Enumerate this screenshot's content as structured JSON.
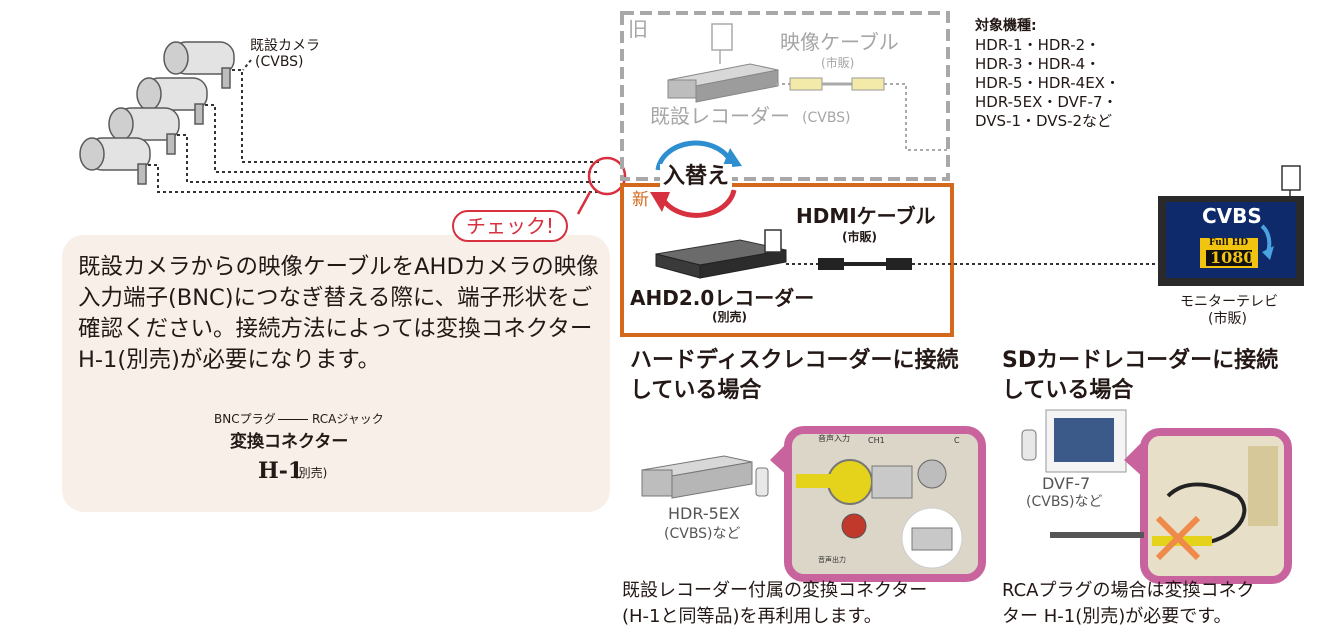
{
  "existing_camera": {
    "label": "既設カメラ",
    "sub": "(CVBS)"
  },
  "old_box": {
    "tag": "旧",
    "cable_label": "映像ケーブル",
    "cable_sub": "(市販)",
    "recorder_label": "既設レコーダー",
    "recorder_sub": "(CVBS)"
  },
  "target_models": {
    "title": "対象機種:",
    "lines": [
      "HDR-1・HDR-2・",
      "HDR-3・HDR-4・",
      "HDR-5・HDR-4EX・",
      "HDR-5EX・DVF-7・",
      "DVS-1・DVS-2など"
    ]
  },
  "replace_label": "入替え",
  "new_box": {
    "tag": "新",
    "cable_label": "HDMIケーブル",
    "cable_sub": "(市販)",
    "recorder_label": "AHD2.0レコーダー",
    "recorder_sub": "(別売)"
  },
  "tv": {
    "screen_top": "CVBS",
    "badge_top": "Full HD",
    "badge_bottom": "1080",
    "label": "モニターテレビ",
    "sub": "(市販)"
  },
  "check_label": "チェック!",
  "info": {
    "text": "既設カメラからの映像ケーブルをAHDカメラの映像入力端子(BNC)につなぎ替える際に、端子形状をご確認ください。接続方法によっては変換コネクターH-1(別売)が必要になります。",
    "plug_caption": "BNCプラグ",
    "jack_caption": "RCAジャック",
    "connector_label": "変換コネクター",
    "connector_model": "H-1",
    "connector_sub": "(別売)"
  },
  "hdd_section": {
    "heading_line1": "ハードディスクレコーダーに接続",
    "heading_line2": "している場合",
    "model": "HDR-5EX",
    "model_sub": "(CVBS)など",
    "panel_label1": "音声入力",
    "panel_label2": "CH1",
    "panel_label3": "C",
    "panel_label4": "音声出力",
    "note_line1": "既設レコーダー付属の変換コネクター",
    "note_line2": "(H-1と同等品)を再利用します。"
  },
  "sd_section": {
    "heading_line1": "SDカードレコーダーに接続",
    "heading_line2": "している場合",
    "model": "DVF-7",
    "model_sub": "(CVBS)など",
    "note_line1": "RCAプラグの場合は変換コネク",
    "note_line2": "ター H-1(別売)が必要です。"
  },
  "colors": {
    "accent_orange": "#d4691e",
    "check_red": "#d7303f",
    "pink_frame": "#c8639e",
    "box_grey": "#a8a8a8",
    "info_bg": "#f8efe8"
  }
}
